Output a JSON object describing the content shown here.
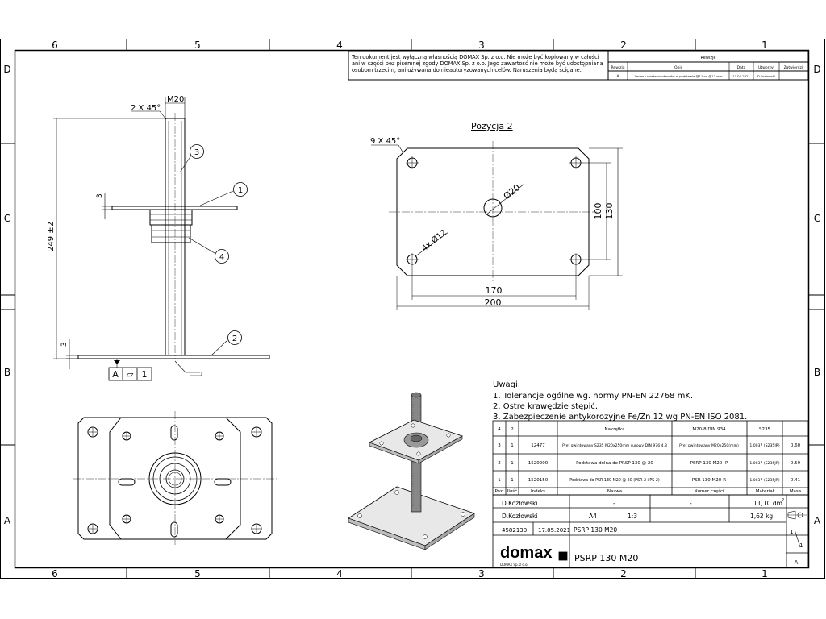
{
  "frame": {
    "columns": [
      "6",
      "5",
      "4",
      "3",
      "2",
      "1"
    ],
    "rows": [
      "D",
      "C",
      "B",
      "A"
    ]
  },
  "notice": [
    "Ten dokument jest wyłączną własnością DOMAX Sp. z o.o. Nie może być kopiowany w całości",
    "ani w części bez pisemnej zgody DOMAX Sp. z o.o. Jego zawartość nie może być udostępniana",
    "osobom trzecim, ani używana do nieautoryzowanych celów. Naruszenia będą ścigane."
  ],
  "revisions": {
    "title": "Rewizje",
    "headers": [
      "Rewizja",
      "Opis",
      "Data",
      "Utworzył",
      "Zatwierdził"
    ],
    "rows": [
      [
        "A",
        "Zmiana rozstawu otworów w podstawie @11 na @12 mm",
        "17.05.2021",
        "D.Kozłowski",
        ""
      ]
    ]
  },
  "side_view": {
    "thread_label": "M20",
    "chamfer_label": "2 X 45°",
    "height_label": "249 ±2",
    "plate_top_thickness": "3",
    "plate_bottom_thickness": "3",
    "balloons": [
      "1",
      "2",
      "3",
      "4"
    ],
    "gdt": [
      "A",
      "▱",
      "1"
    ]
  },
  "position2": {
    "title": "Pozycja 2",
    "chamfer_label": "9 X 45°",
    "hole_label": "Ø20",
    "holes_label": "4x Ø12",
    "dims": [
      "170",
      "200",
      "100",
      "130"
    ]
  },
  "notes": {
    "title": "Uwagi:",
    "items": [
      "1. Tolerancje ogólne wg. normy PN-EN 22768 mK.",
      "2. Ostre krawędzie stępić.",
      "3. Zabezpieczenie antykorozyjne Fe/Zn 12 wg PN-EN ISO 2081."
    ]
  },
  "bom": {
    "headers": [
      "Poz.",
      "Ilość",
      "Indeks",
      "Nazwa",
      "Numer części",
      "Materiał",
      "Masa"
    ],
    "rows": [
      [
        "4",
        "2",
        "",
        "Nakrętka",
        "M20-8 DIN 934",
        "S235",
        ""
      ],
      [
        "3",
        "1",
        "12477",
        "Pręt gwintowany S235 M20x250mm surowy DIN 976 4.8",
        "Pręt gwintowany M20x250(mm)",
        "1.0037 (S235JR)",
        "0.60"
      ],
      [
        "2",
        "1",
        "1520200",
        "Podstawa dolna do PRSP 130 @ 20",
        "PSRP 130 M20 -P",
        "1.0037 (S235JR)",
        "0.59"
      ],
      [
        "1",
        "1",
        "1520150",
        "Podstawa do PSR 130 M20 @ 20 (PSR 2 i PS 2)",
        "PSR 130 M20-R",
        "1.0037 (S235JR)",
        "0.41"
      ]
    ]
  },
  "title_block": {
    "designer": "D.Kozłowski",
    "checker": "D.Kozłowski",
    "dash1": "-",
    "dash2": "-",
    "area": "11,10 dm",
    "area_sup": "2",
    "format": "A4",
    "scale": "1:3",
    "mass": "1,62 kg",
    "code": "4582130",
    "date": "17.05.2021",
    "name_small": "PSRP 130 M20",
    "name": "PSRP 130 M20",
    "company": "domax",
    "company_sub": "DOMAX Sp. z o.o.",
    "sheet_num": "1",
    "sheet_total": "1",
    "revision": "A"
  }
}
